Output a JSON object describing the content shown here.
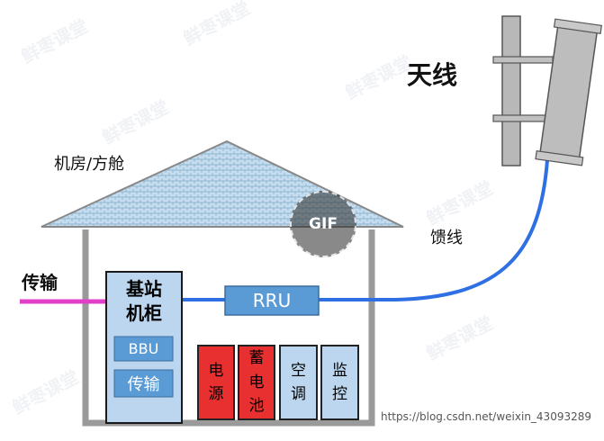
{
  "labels": {
    "antenna": "天线",
    "machine_room": "机房/方舱",
    "feeder": "馈线",
    "transmission_line": "传输",
    "cabinet": "基站\n机柜",
    "bbu": "BBU",
    "cabinet_transmission": "传输",
    "rru": "RRU",
    "power": "电\n源",
    "battery": "蓄\n电\n池",
    "air_conditioner": "空\n调",
    "monitor": "监\n控"
  },
  "badge": "GIF",
  "watermark": "鲜枣课堂",
  "credit": "https://blog.csdn.net/weixin_43093289",
  "colors": {
    "roof": "#bcd7ea",
    "house_wall": "#999999",
    "cabinet_fill": "#bcd6ef",
    "cabinet_border": "#1a1a1a",
    "module_fill": "#5b9bd5",
    "red_box": "#e83030",
    "blue_box": "#bcd6ef",
    "cable_blue": "#2f6fe4",
    "transmission_magenta": "#e23fc8",
    "antenna_grey": "#b0b0b0"
  }
}
